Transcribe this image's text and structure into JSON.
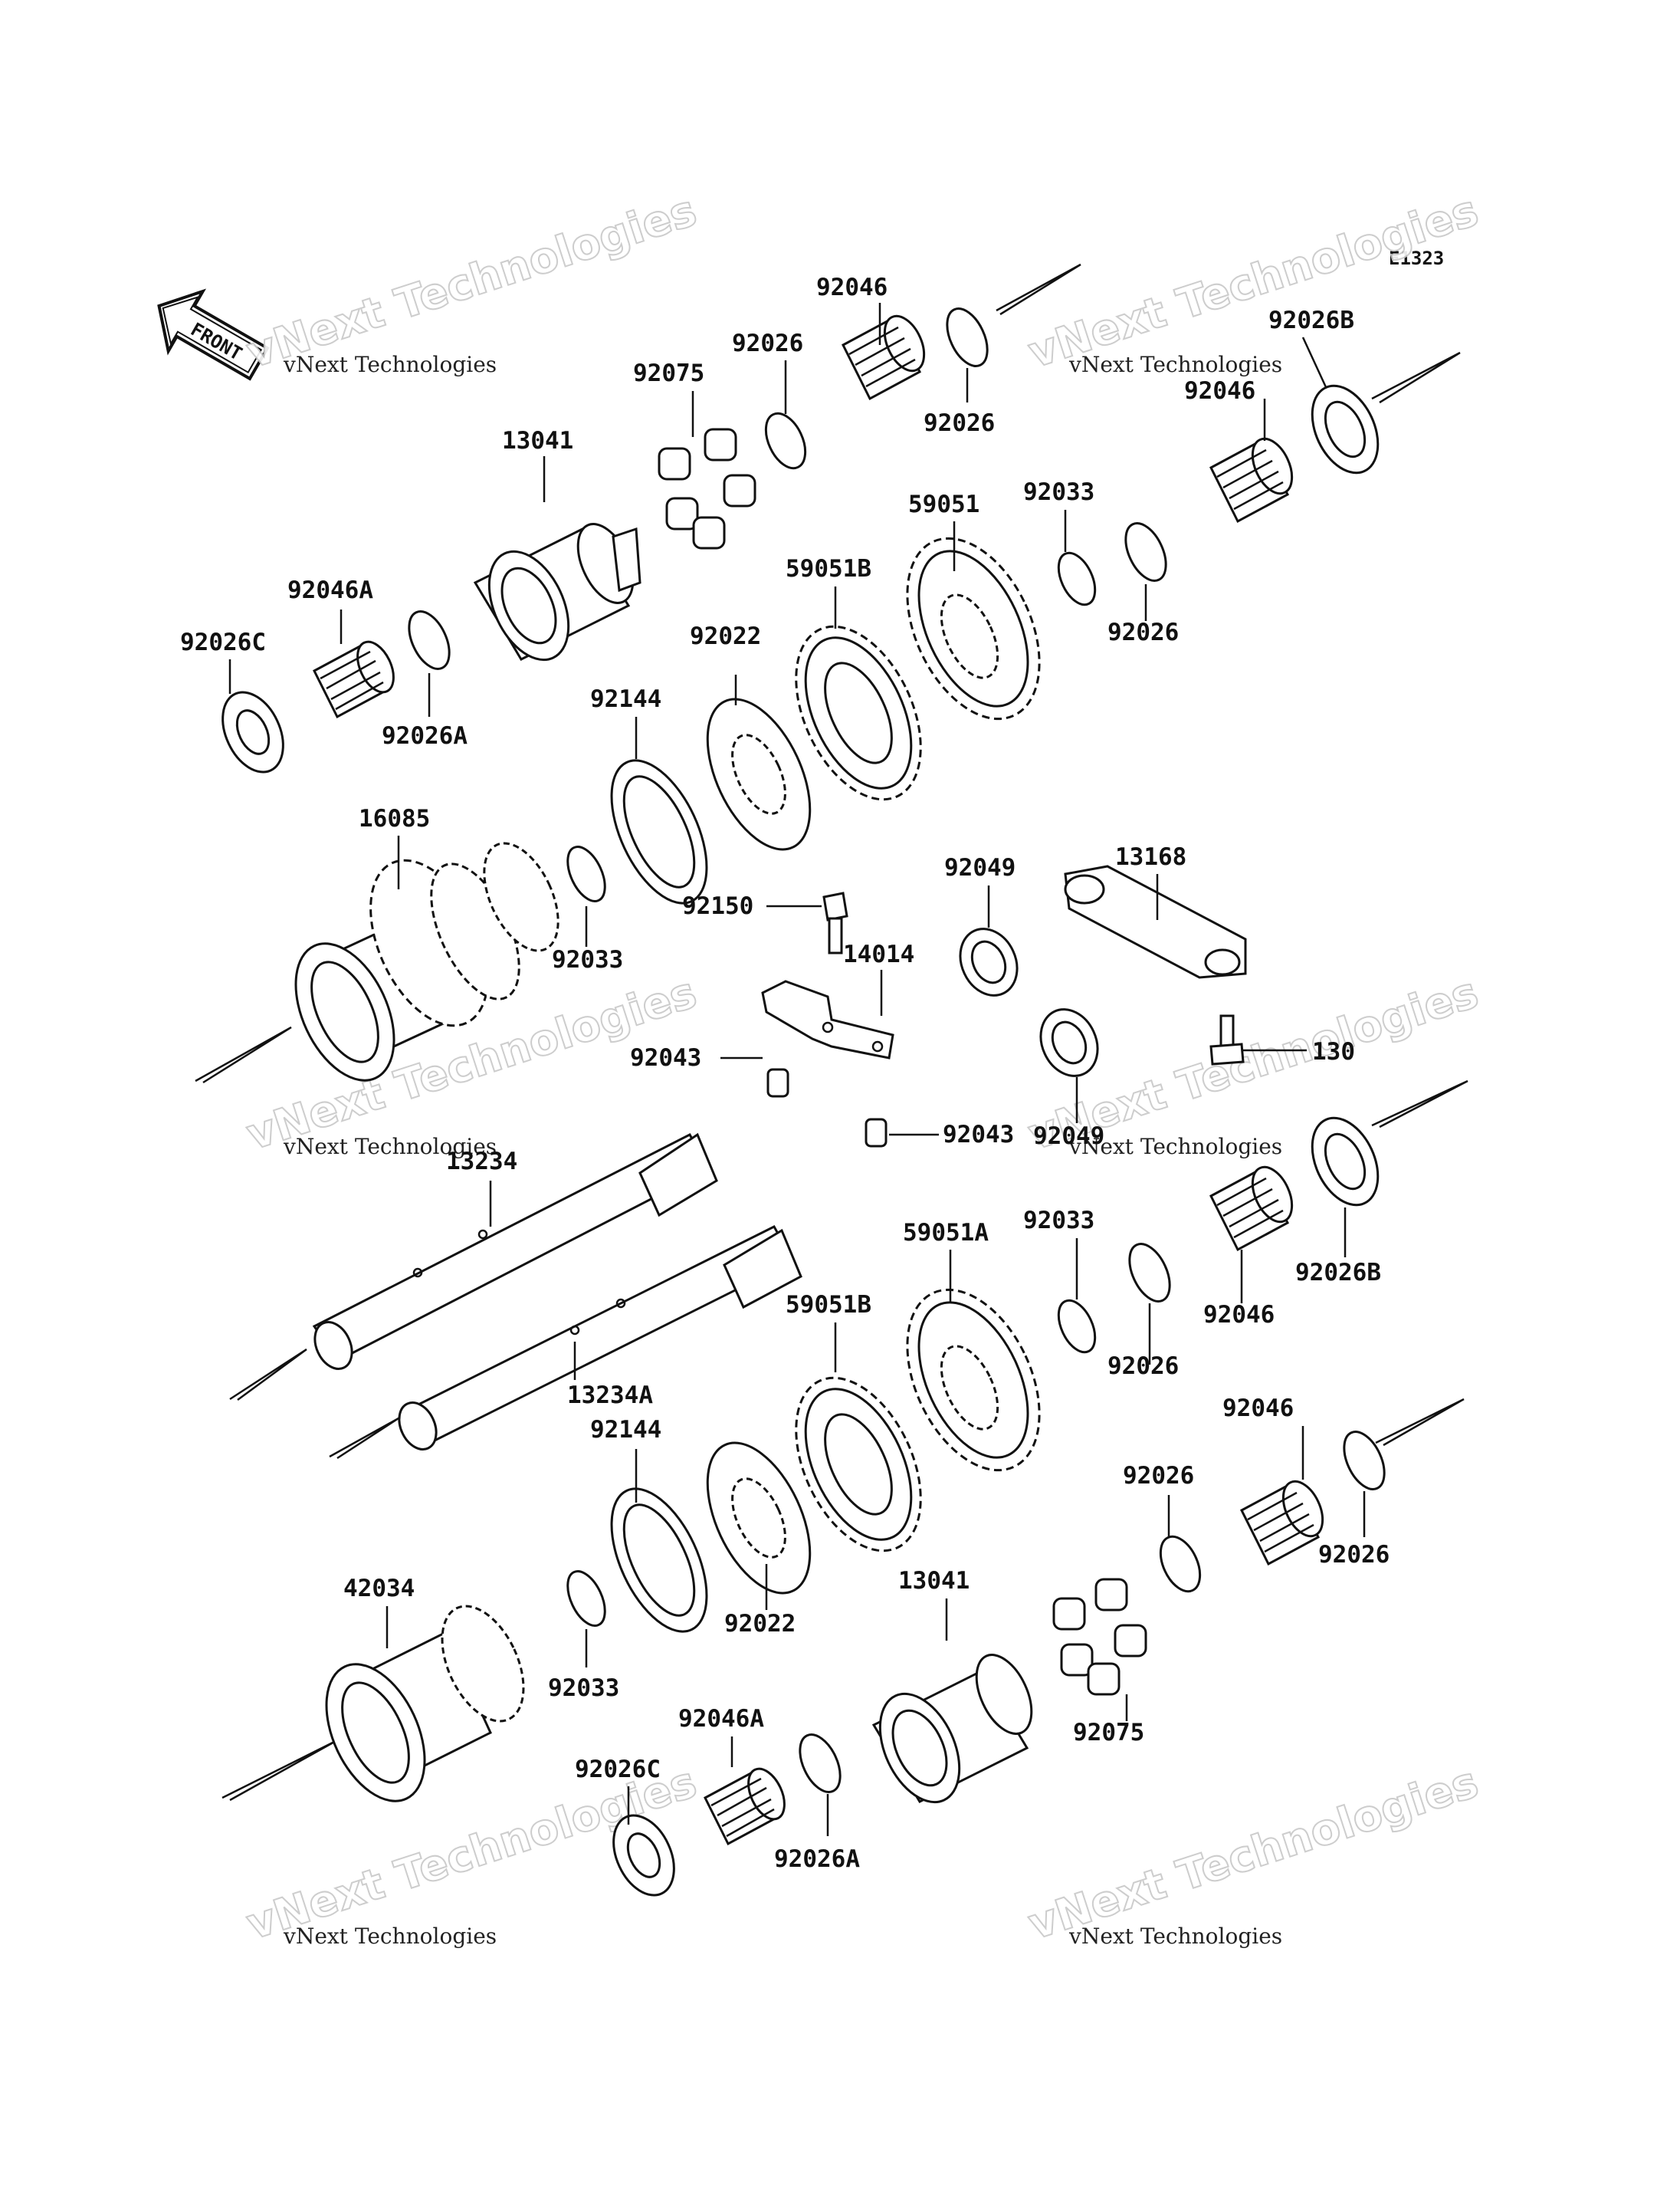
{
  "diagram_code": "E1323",
  "front_badge": "FRONT",
  "watermark": {
    "line1": "vNext Technologies",
    "big": "vNext Technologies"
  },
  "labels": {
    "p92046_top": "92046",
    "p92026_a": "92026",
    "p92075_top": "92075",
    "p92026_b": "92026",
    "p92026B_top": "92026B",
    "p92046_top2": "92046",
    "p13041_top": "13041",
    "p59051": "59051",
    "p92033_top": "92033",
    "p92046A_top": "92046A",
    "p59051B_top": "59051B",
    "p92026_c": "92026",
    "p92026C_top": "92026C",
    "p92022_top": "92022",
    "p92026A_top": "92026A",
    "p92144_top": "92144",
    "p16085": "16085",
    "p13168": "13168",
    "p92049_a": "92049",
    "p92150": "92150",
    "p92033_mid": "92033",
    "p14014": "14014",
    "p92043_a": "92043",
    "p130": "130",
    "p92043_b": "92043",
    "p92049_b": "92049",
    "p13234": "13234",
    "p59051A": "59051A",
    "p92033_low": "92033",
    "p92026B_low": "92026B",
    "p59051B_low": "59051B",
    "p92046_low": "92046",
    "p13234A": "13234A",
    "p92026_d": "92026",
    "p92046_low2": "92046",
    "p92144_low": "92144",
    "p92026_e": "92026",
    "p92026_f": "92026",
    "p42034": "42034",
    "p13041_low": "13041",
    "p92022_low": "92022",
    "p92033_low2": "92033",
    "p92075_low": "92075",
    "p92046A_low": "92046A",
    "p92026C_low": "92026C",
    "p92026A_low": "92026A"
  }
}
